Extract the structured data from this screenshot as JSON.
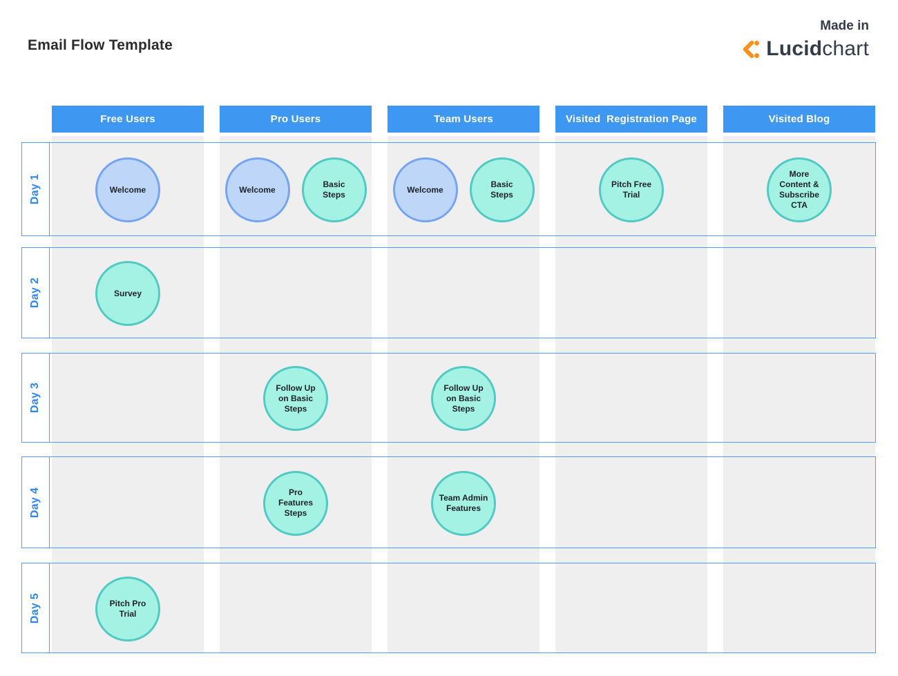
{
  "title": "Email Flow Template",
  "attribution": {
    "made_in": "Made in",
    "brand_bold": "Lucid",
    "brand_light": "chart"
  },
  "colors": {
    "title_color": "#2b2b2b",
    "logo_dark": "#353c49",
    "logo_orange": "#f5911e",
    "header_blue": "#3e97f0",
    "row_border": "#4d9bf5",
    "day_label_blue": "#2e86ed",
    "lane_gray": "#efefef",
    "node_blue_fill": "#bed7f9",
    "node_blue_border": "#76a4f0",
    "node_teal_fill": "#a4f2e4",
    "node_teal_border": "#52c9c3",
    "node_text": "#1d2127"
  },
  "columns": [
    {
      "label": "Free Users"
    },
    {
      "label": "Pro Users"
    },
    {
      "label": "Team Users"
    },
    {
      "label": "Visited  Registration Page"
    },
    {
      "label": "Visited Blog"
    }
  ],
  "rows": [
    {
      "label": "Day 1"
    },
    {
      "label": "Day 2"
    },
    {
      "label": "Day 3"
    },
    {
      "label": "Day 4"
    },
    {
      "label": "Day 5"
    }
  ],
  "nodes": [
    {
      "row": 0,
      "col": 0,
      "slot": "single",
      "color": "blue",
      "label": "Welcome"
    },
    {
      "row": 0,
      "col": 1,
      "slot": "left",
      "color": "blue",
      "label": "Welcome"
    },
    {
      "row": 0,
      "col": 1,
      "slot": "right",
      "color": "teal",
      "label": "Basic\nSteps"
    },
    {
      "row": 0,
      "col": 2,
      "slot": "left",
      "color": "blue",
      "label": "Welcome"
    },
    {
      "row": 0,
      "col": 2,
      "slot": "right",
      "color": "teal",
      "label": "Basic\nSteps"
    },
    {
      "row": 0,
      "col": 3,
      "slot": "single",
      "color": "teal",
      "label": "Pitch Free\nTrial"
    },
    {
      "row": 0,
      "col": 4,
      "slot": "single",
      "color": "teal",
      "label": "More\nContent &\nSubscribe\nCTA"
    },
    {
      "row": 1,
      "col": 0,
      "slot": "single",
      "color": "teal",
      "label": "Survey"
    },
    {
      "row": 2,
      "col": 1,
      "slot": "single",
      "color": "teal",
      "label": "Follow Up\non Basic\nSteps"
    },
    {
      "row": 2,
      "col": 2,
      "slot": "single",
      "color": "teal",
      "label": "Follow Up\non Basic\nSteps"
    },
    {
      "row": 3,
      "col": 1,
      "slot": "single",
      "color": "teal",
      "label": "Pro\nFeatures\nSteps"
    },
    {
      "row": 3,
      "col": 2,
      "slot": "single",
      "color": "teal",
      "label": "Team Admin\nFeatures"
    },
    {
      "row": 4,
      "col": 0,
      "slot": "single",
      "color": "teal",
      "label": "Pitch Pro\nTrial"
    }
  ]
}
